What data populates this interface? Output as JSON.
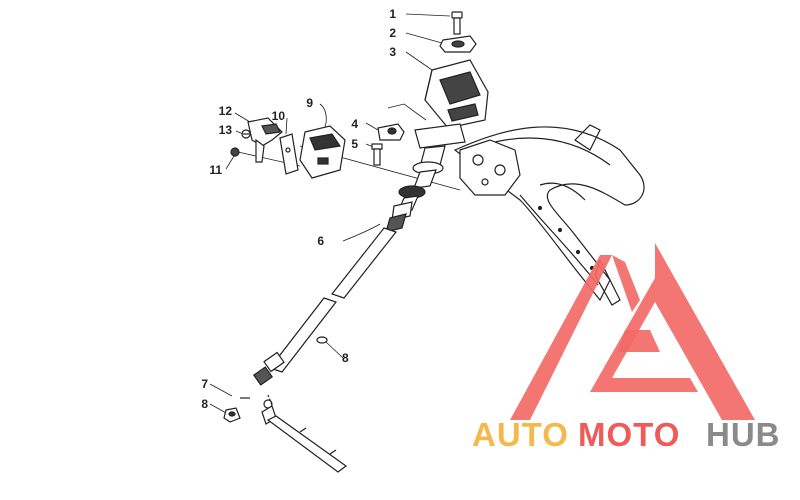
{
  "diagram": {
    "callouts": [
      "1",
      "2",
      "3",
      "4",
      "5",
      "6",
      "7",
      "8",
      "8",
      "9",
      "10",
      "11",
      "12",
      "13"
    ]
  },
  "watermark": {
    "word_auto": "AUTO",
    "word_moto": "MOTO",
    "word_hub": "HUB",
    "colors": {
      "triangle": "#f26a66",
      "auto": "#f5b94b",
      "moto": "#ef5b58",
      "hub": "#8a8a8a"
    }
  }
}
